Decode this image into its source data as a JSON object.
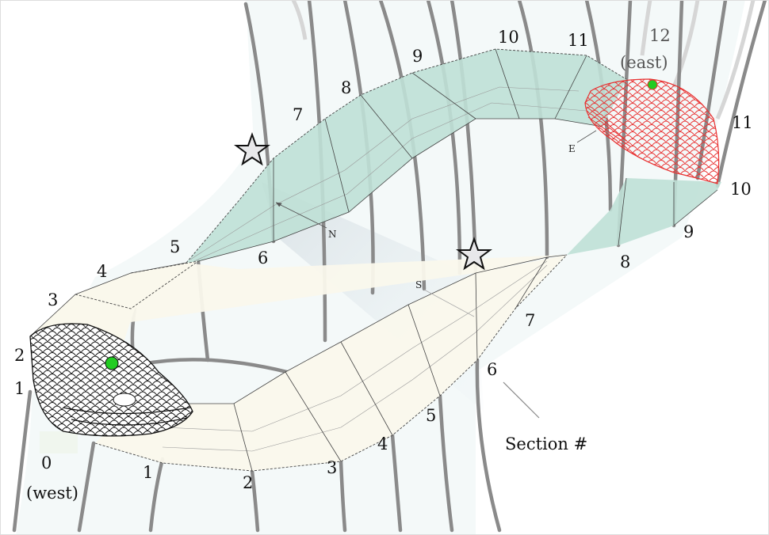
{
  "diagram": {
    "west_label": {
      "number": "0",
      "name": "(west)"
    },
    "east_label": {
      "number": "12",
      "name": "(east)"
    },
    "lower_band_sections": [
      "1",
      "2",
      "3",
      "4",
      "5",
      "6",
      "7",
      "8",
      "9",
      "10",
      "11"
    ],
    "upper_band_sections": [
      "1",
      "2",
      "3",
      "4",
      "5",
      "6",
      "7",
      "8",
      "9",
      "10",
      "11"
    ],
    "markers": {
      "north": "N",
      "south": "S",
      "east": "E"
    },
    "section_caption": "Section #",
    "colors": {
      "upper_band": "#bfe0d6",
      "lower_band": "#faf8ec",
      "east_head": "#e83030",
      "eye": "#22cc22",
      "background_tube": "#f4f9f9"
    }
  }
}
